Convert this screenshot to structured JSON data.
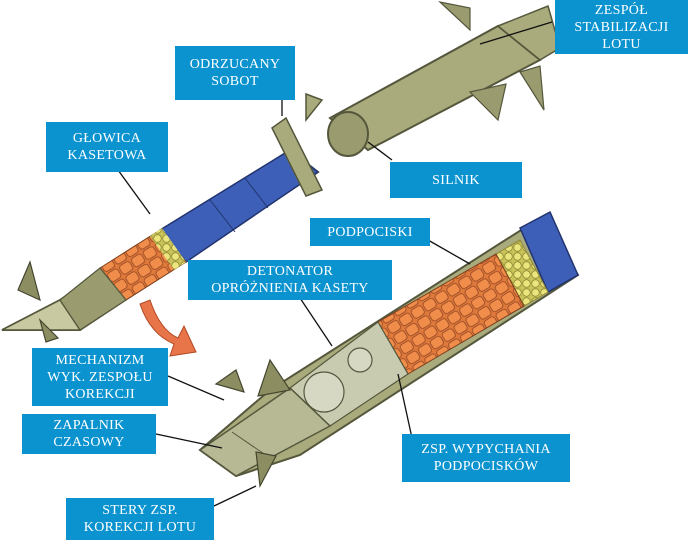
{
  "colors": {
    "label_bg": "#0a93cf",
    "label_text": "#ffffff",
    "casing": "#a9ab7c",
    "casing_dark": "#6f7152",
    "warhead_blue": "#3d5fb8",
    "submunition_orange": "#e07a3a",
    "submunition_yellow": "#e8e07a",
    "arrow_orange": "#e8744a"
  },
  "labels": {
    "stabilization": [
      "ZESPÓŁ",
      "STABILIZACJI",
      "LOTU"
    ],
    "sabot": [
      "ODRZUCANY",
      "SOBOT"
    ],
    "warhead": [
      "GŁOWICA",
      "KASETOWA"
    ],
    "engine": [
      "SILNIK"
    ],
    "submunitions": [
      "PODPOCISKI"
    ],
    "detonator": [
      "DETONATOR",
      "OPRÓŻNIENIA KASETY"
    ],
    "correction_mechanism": [
      "MECHANIZM",
      "WYK. ZESPOŁU",
      "KOREKCJI"
    ],
    "time_fuze": [
      "ZAPALNIK",
      "CZASOWY"
    ],
    "ejection": [
      "ZSP. WYPYCHANIA",
      "PODPOCISKÓW"
    ],
    "rudders": [
      "STERY ZSP.",
      "KOREKCJI LOTU"
    ]
  }
}
